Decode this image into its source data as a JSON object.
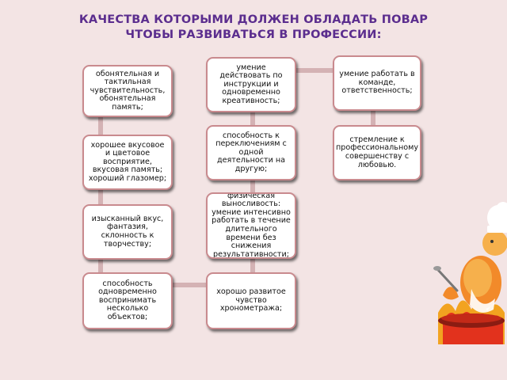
{
  "title": {
    "line1": "КАЧЕСТВА КОТОРЫМИ ДОЛЖЕН ОБЛАДАТЬ ПОВАР",
    "line2": "ЧТОБЫ РАЗВИВАТЬСЯ В ПРОФЕССИИ:"
  },
  "left_column": [
    "обонятельная и тактильная чувствительность, обонятельная память;",
    "хорошее вкусовое и цветовое восприятие, вкусовая память; хороший глазомер;",
    "изысканный вкус, фантазия, склонность к творчеству;",
    "способность одновременно воспринимать несколько объектов;"
  ],
  "middle_column": [
    "умение действовать по инструкции и одновременно креативность;",
    "способность к переключениям с одной деятельности на другую;",
    "физическая выносливость: умение интенсивно работать в течение длительного времени без снижения результативности;",
    "хорошо развитое чувство хронометража;"
  ],
  "right_column": [
    "умение работать в команде, ответственность;",
    "стремление к профессиональному совершенству с любовью."
  ],
  "colors": {
    "title": "#5b2d8e",
    "box_border": "#c98a8e",
    "connector": "#d4b2b4",
    "background": "#f3e4e4"
  }
}
